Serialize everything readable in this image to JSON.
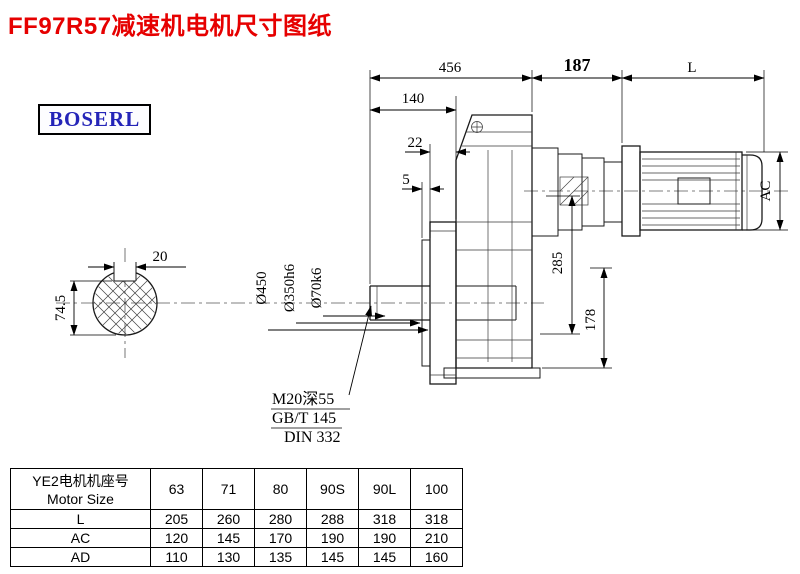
{
  "page": {
    "title": "FF97R57减速机电机尺寸图纸",
    "brand": "BOSERL"
  },
  "colors": {
    "title_red": "#e60000",
    "brand_blue": "#2424b8",
    "line_black": "#1a1a1a"
  },
  "drawing": {
    "dims": {
      "top_width": "456",
      "adapter_width": "187",
      "motor_length": "L",
      "shaft_to_flange": "140",
      "flange_thickness": "22",
      "step": "5",
      "key_width": "20",
      "key_height": "74.5",
      "flange_od": "Ø450",
      "spigot_d": "Ø350h6",
      "shaft_d": "Ø70k6",
      "height_center": "285",
      "height_base": "178",
      "motor_diameter": "AC"
    },
    "notes": {
      "tap": "M20深55",
      "std1": "GB/T 145",
      "std2": "DIN 332"
    }
  },
  "table": {
    "header_cn": "YE2电机机座号",
    "header_en": "Motor Size",
    "sizes": [
      "63",
      "71",
      "80",
      "90S",
      "90L",
      "100"
    ],
    "rows": [
      {
        "label": "L",
        "values": [
          "205",
          "260",
          "280",
          "288",
          "318",
          "318"
        ]
      },
      {
        "label": "AC",
        "values": [
          "120",
          "145",
          "170",
          "190",
          "190",
          "210"
        ]
      },
      {
        "label": "AD",
        "values": [
          "110",
          "130",
          "135",
          "145",
          "145",
          "160"
        ]
      }
    ]
  }
}
